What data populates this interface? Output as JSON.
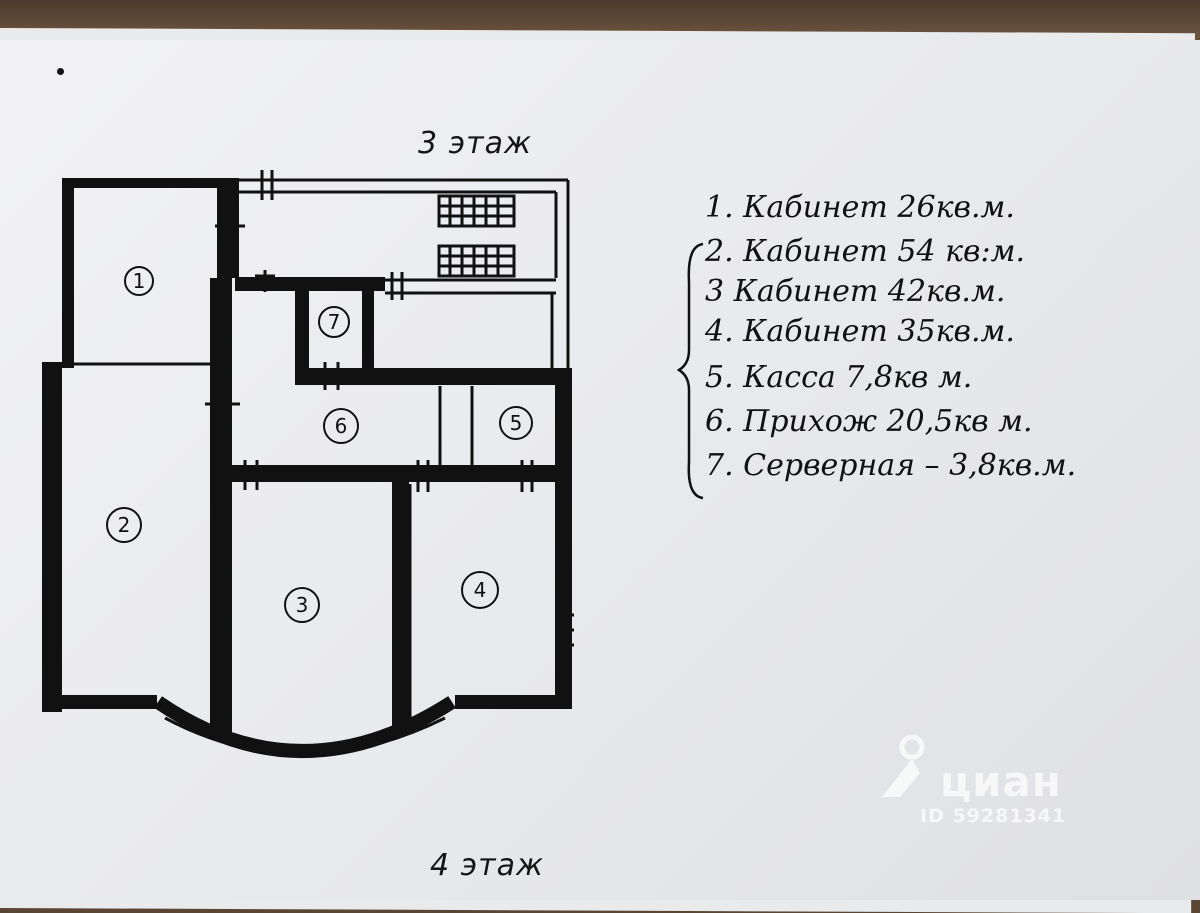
{
  "titles": {
    "top_floor": "3 этаж",
    "bottom_floor": "4 этаж"
  },
  "rooms": [
    {
      "number": "1"
    },
    {
      "number": "2"
    },
    {
      "number": "3"
    },
    {
      "number": "4"
    },
    {
      "number": "5"
    },
    {
      "number": "6"
    },
    {
      "number": "7"
    }
  ],
  "legend": [
    "1. Кабинет 26кв.м.",
    "2. Кабинет 54 кв:м.",
    "3 Кабинет 42кв.м.",
    "4. Кабинет 35кв.м.",
    "5. Касса 7,8кв м.",
    "6. Прихож 20,5кв м.",
    "7. Серверная – 3,8кв.м."
  ],
  "watermark": {
    "brand": "циан",
    "id": "ID 59281341",
    "icon": "location-pin-icon"
  },
  "colors": {
    "ink": "#111111",
    "paper": "#eeeef0",
    "table": "#5a4634"
  }
}
